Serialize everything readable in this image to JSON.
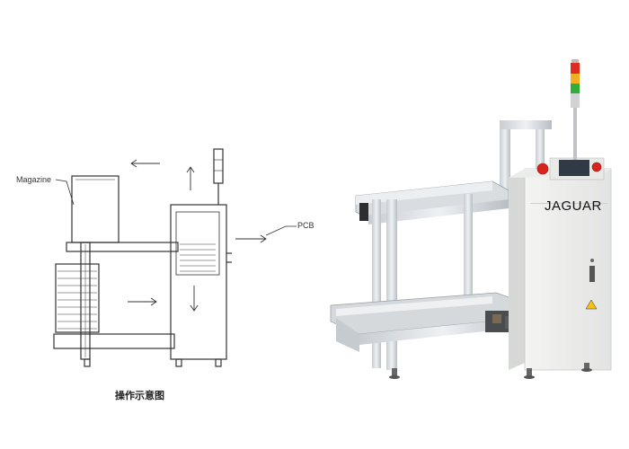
{
  "diagram": {
    "magazine_label": "Magazine",
    "pcb_label": "PCB",
    "caption": "操作示意图"
  },
  "photo": {
    "brand_label": "JAGUAR",
    "tower_light_colors": [
      "#e02b20",
      "#f2b01e",
      "#2fae3a"
    ],
    "warning_color": "#f4c20d",
    "emergency_stop_color": "#d9241b"
  }
}
